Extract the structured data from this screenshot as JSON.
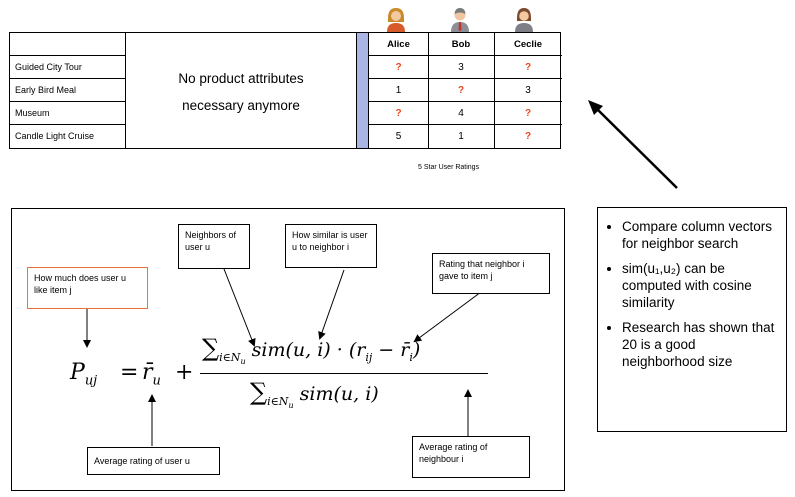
{
  "table": {
    "items": [
      "Guided City Tour",
      "Early Bird Meal",
      "Museum",
      "Candle Light Cruise"
    ],
    "users": [
      "Alice",
      "Bob",
      "Ceclie"
    ],
    "ratings": [
      [
        "?",
        "3",
        "?"
      ],
      [
        "1",
        "?",
        "3"
      ],
      [
        "?",
        "4",
        "?"
      ],
      [
        "5",
        "1",
        "?"
      ]
    ],
    "note_line1": "No product attributes",
    "note_line2": "necessary anymore",
    "caption": "5 Star User Ratings"
  },
  "annotations": {
    "like_item": "How much does user u like item j",
    "neighbors": "Neighbors of user u",
    "similarity": "How similar is user u to neighbor i",
    "neighbor_rating": "Rating that neighbor i gave to item j",
    "avg_user": "Average rating of user u",
    "avg_neighbour": "Average rating of neighbour i"
  },
  "bullets": [
    "Compare column vectors for neighbor search",
    "sim(u₁,u₂) can be computed with cosine similarity",
    "Research has shown that 20 is a good neighborhood size"
  ],
  "formula": {
    "lhs": "P",
    "lhs_sub": "uj",
    "equals": "=",
    "rbar": "r̄",
    "rbar_sub": "u",
    "plus": "+",
    "sum": "∑",
    "sum_sub": "i∈N",
    "sum_sub2": "u",
    "num_body": "sim(u, i) · (r",
    "num_ij": "ij",
    "num_tail": " − r̄",
    "num_i": "i",
    "num_close": ")",
    "den_body": "sim(u, i)"
  },
  "colors": {
    "accent_bar": "#aab5e3",
    "question": "#e8461e",
    "orange_box": "#e8763a"
  }
}
